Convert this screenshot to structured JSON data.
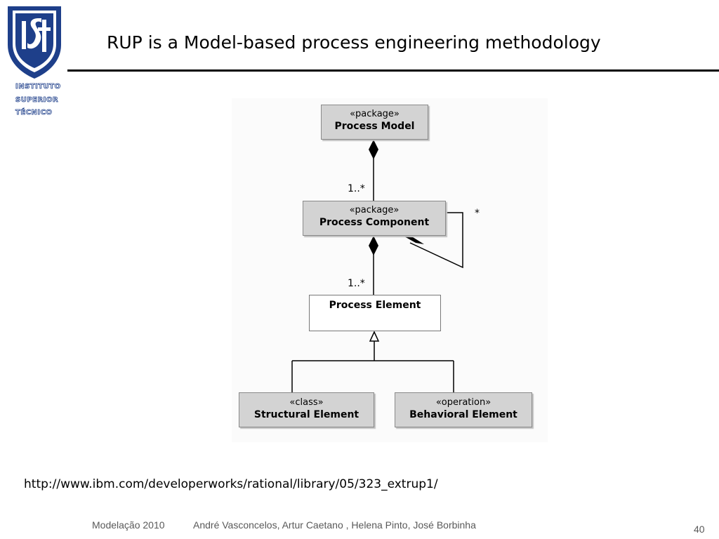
{
  "header": {
    "title": "RUP is a Model-based process engineering methodology"
  },
  "logo": {
    "text_lines": [
      "INSTITUTO",
      "SUPERIOR",
      "TÉCNICO"
    ],
    "emblem_color": "#1e3f8a"
  },
  "diagram": {
    "nodes": [
      {
        "id": "process-model",
        "stereotype": "«package»",
        "name": "Process Model"
      },
      {
        "id": "process-component",
        "stereotype": "«package»",
        "name": "Process Component"
      },
      {
        "id": "process-element",
        "name": "Process Element"
      },
      {
        "id": "structural-element",
        "stereotype": "«class»",
        "name": "Structural Element"
      },
      {
        "id": "behavioral-element",
        "stereotype": "«operation»",
        "name": "Behavioral Element"
      }
    ],
    "edges": [
      {
        "type": "composition",
        "from": "process-model",
        "to": "process-component",
        "multiplicity": "1..*"
      },
      {
        "type": "composition",
        "from": "process-component",
        "to": "process-component",
        "multiplicity": "*"
      },
      {
        "type": "composition",
        "from": "process-component",
        "to": "process-element",
        "multiplicity": "1..*"
      },
      {
        "type": "generalization",
        "from": "structural-element",
        "to": "process-element"
      },
      {
        "type": "generalization",
        "from": "behavioral-element",
        "to": "process-element"
      }
    ]
  },
  "source_url": "http://www.ibm.com/developerworks/rational/library/05/323_extrup1/",
  "footer": {
    "course": "Modelação 2010",
    "authors": "André Vasconcelos, Artur Caetano , Helena Pinto, José Borbinha",
    "page_number": "40"
  }
}
